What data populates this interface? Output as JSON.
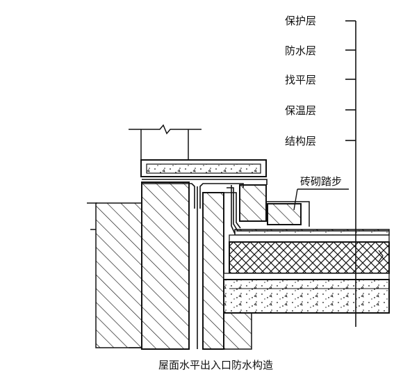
{
  "labels": {
    "layers": [
      "保护层",
      "防水层",
      "找平层",
      "保温层",
      "结构层"
    ],
    "brick_step": "砖砌踏步",
    "caption": "屋面水平出入口防水构造"
  }
}
